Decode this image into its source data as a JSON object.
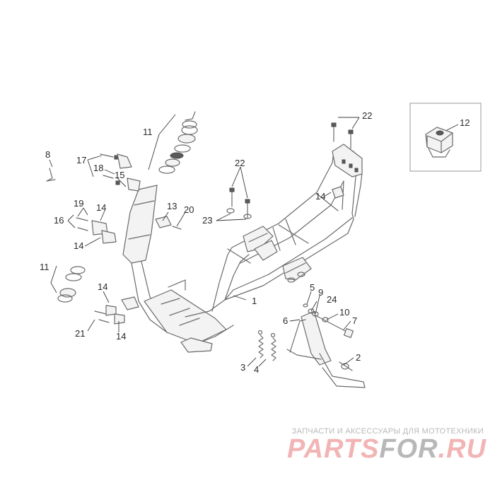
{
  "callouts": [
    {
      "id": "c1",
      "text": "1"
    },
    {
      "id": "c2",
      "text": "2"
    },
    {
      "id": "c3",
      "text": "3"
    },
    {
      "id": "c4",
      "text": "4"
    },
    {
      "id": "c5",
      "text": "5"
    },
    {
      "id": "c6",
      "text": "6"
    },
    {
      "id": "c7",
      "text": "7"
    },
    {
      "id": "c8",
      "text": "8"
    },
    {
      "id": "c9",
      "text": "9"
    },
    {
      "id": "c10",
      "text": "10"
    },
    {
      "id": "c11a",
      "text": "11"
    },
    {
      "id": "c11b",
      "text": "11"
    },
    {
      "id": "c12",
      "text": "12"
    },
    {
      "id": "c13",
      "text": "13"
    },
    {
      "id": "c14a",
      "text": "14"
    },
    {
      "id": "c14b",
      "text": "14"
    },
    {
      "id": "c14c",
      "text": "14"
    },
    {
      "id": "c14d",
      "text": "14"
    },
    {
      "id": "c14e",
      "text": "14"
    },
    {
      "id": "c15",
      "text": "15"
    },
    {
      "id": "c16",
      "text": "16"
    },
    {
      "id": "c17",
      "text": "17"
    },
    {
      "id": "c18",
      "text": "18"
    },
    {
      "id": "c19",
      "text": "19"
    },
    {
      "id": "c20",
      "text": "20"
    },
    {
      "id": "c21",
      "text": "21"
    },
    {
      "id": "c22a",
      "text": "22"
    },
    {
      "id": "c22b",
      "text": "22"
    },
    {
      "id": "c23",
      "text": "23"
    },
    {
      "id": "c24",
      "text": "24"
    }
  ],
  "watermark": {
    "caption": "ЗАПЧАСТИ И АКСЕССУАРЫ ДЛЯ МОТОТЕХНИКИ",
    "logo_part1": "PARTS",
    "logo_part2": "FOR",
    "logo_part3": ".RU",
    "color_primary": "#f2b4b4",
    "color_secondary": "#b8b8b8"
  }
}
